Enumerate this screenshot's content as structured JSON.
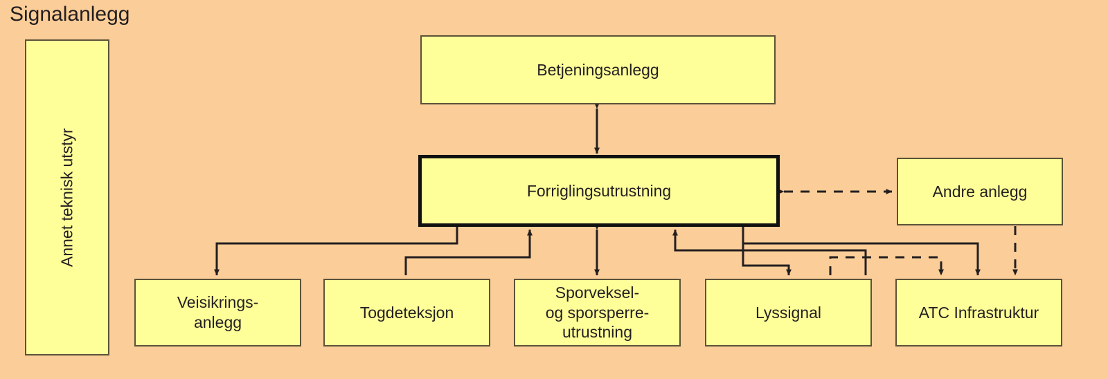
{
  "diagram": {
    "title": "Signalanlegg",
    "colors": {
      "background": "#fbcd98",
      "node_fill": "#ffff99",
      "node_border": "#5b5338",
      "emphasis_border": "#111111",
      "text": "#231f20",
      "connector": "#3a2e1c"
    },
    "nodes": [
      {
        "id": "annet-teknisk-utstyr",
        "label": "Annet teknisk utstyr",
        "orientation": "vertical",
        "emphasis": false
      },
      {
        "id": "betjeningsanlegg",
        "label": "Betjeningsanlegg",
        "orientation": "horizontal",
        "emphasis": false
      },
      {
        "id": "forriglingsutrustning",
        "label": "Forriglingsutrustning",
        "orientation": "horizontal",
        "emphasis": true
      },
      {
        "id": "andre-anlegg",
        "label": "Andre anlegg",
        "orientation": "horizontal",
        "emphasis": false
      },
      {
        "id": "veisikringsanlegg",
        "label": "Veisikrings-\nanlegg",
        "orientation": "horizontal",
        "emphasis": false
      },
      {
        "id": "togdeteksjon",
        "label": "Togdeteksjon",
        "orientation": "horizontal",
        "emphasis": false
      },
      {
        "id": "sporveksel-og-sporsperre-utrustning",
        "label": "Sporveksel-\nog sporsperre-\nutrustning",
        "orientation": "horizontal",
        "emphasis": false
      },
      {
        "id": "lyssignal",
        "label": "Lyssignal",
        "orientation": "horizontal",
        "emphasis": false
      },
      {
        "id": "atc-infrastruktur",
        "label": "ATC Infrastruktur",
        "orientation": "horizontal",
        "emphasis": false
      }
    ],
    "connectors": [
      {
        "from": "betjeningsanlegg",
        "to": "forriglingsutrustning",
        "style": "solid",
        "arrows": "both"
      },
      {
        "from": "forriglingsutrustning",
        "to": "andre-anlegg",
        "style": "dashed",
        "arrows": "both"
      },
      {
        "from": "forriglingsutrustning",
        "to": "veisikringsanlegg",
        "style": "solid",
        "arrows": "end"
      },
      {
        "from": "togdeteksjon",
        "to": "forriglingsutrustning",
        "style": "solid",
        "arrows": "end"
      },
      {
        "from": "forriglingsutrustning",
        "to": "sporveksel-og-sporsperre-utrustning",
        "style": "solid",
        "arrows": "both"
      },
      {
        "from": "lyssignal",
        "to": "forriglingsutrustning",
        "style": "solid",
        "arrows": "end"
      },
      {
        "from": "forriglingsutrustning",
        "to": "lyssignal",
        "style": "solid",
        "arrows": "end"
      },
      {
        "from": "forriglingsutrustning",
        "to": "atc-infrastruktur",
        "style": "solid",
        "arrows": "end"
      },
      {
        "from": "lyssignal",
        "to": "atc-infrastruktur",
        "style": "dashed",
        "arrows": "end"
      },
      {
        "from": "andre-anlegg",
        "to": "atc-infrastruktur",
        "style": "dashed",
        "arrows": "end"
      }
    ]
  }
}
